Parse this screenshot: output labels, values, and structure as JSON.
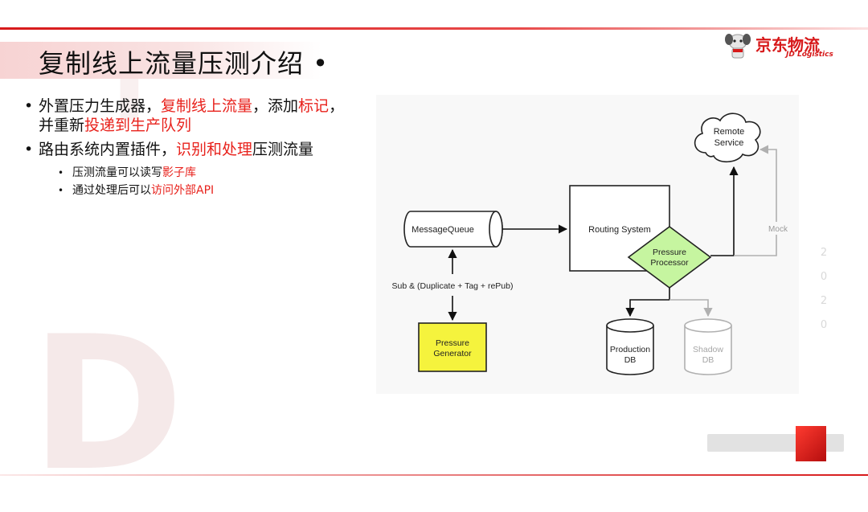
{
  "slide": {
    "title": "复制线上流量压测介绍 •",
    "logo": {
      "cn": "京东物流",
      "en": "JD Logistics"
    },
    "year_vertical": [
      "2",
      "0",
      "2",
      "0"
    ]
  },
  "bullets": {
    "b1": {
      "t1": "外置压力生成器，",
      "t2": "复制线上流量",
      "t3": "，添加",
      "t4": "标记",
      "t5": "，",
      "t6": "并重新",
      "t7": "投递到生产队列"
    },
    "b2": {
      "t1": "路由系统内置插件，",
      "t2": "识别和处理",
      "t3": "压测流量"
    },
    "sub1": {
      "t1": "压测流量可以读写",
      "t2": "影子库"
    },
    "sub2": {
      "t1": "通过处理后可以",
      "t2": "访问外部API"
    }
  },
  "diagram": {
    "message_queue": "MessageQueue",
    "routing_system": "Routing System",
    "remote_service": [
      "Remote",
      "Service"
    ],
    "pressure_processor": [
      "Pressure",
      "Processor"
    ],
    "pressure_generator": [
      "Pressure",
      "Generator"
    ],
    "production_db": [
      "Production",
      "DB"
    ],
    "shadow_db": [
      "Shadow",
      "DB"
    ],
    "edge_sub_label": "Sub & (Duplicate + Tag + rePub)",
    "edge_mock_label": "Mock"
  },
  "colors": {
    "brand_red": "#d7191a",
    "highlight_red": "#e8221c",
    "processor_fill": "#c6f5a0",
    "generator_fill": "#f5f33d",
    "muted_gray": "#b0b0b0"
  }
}
